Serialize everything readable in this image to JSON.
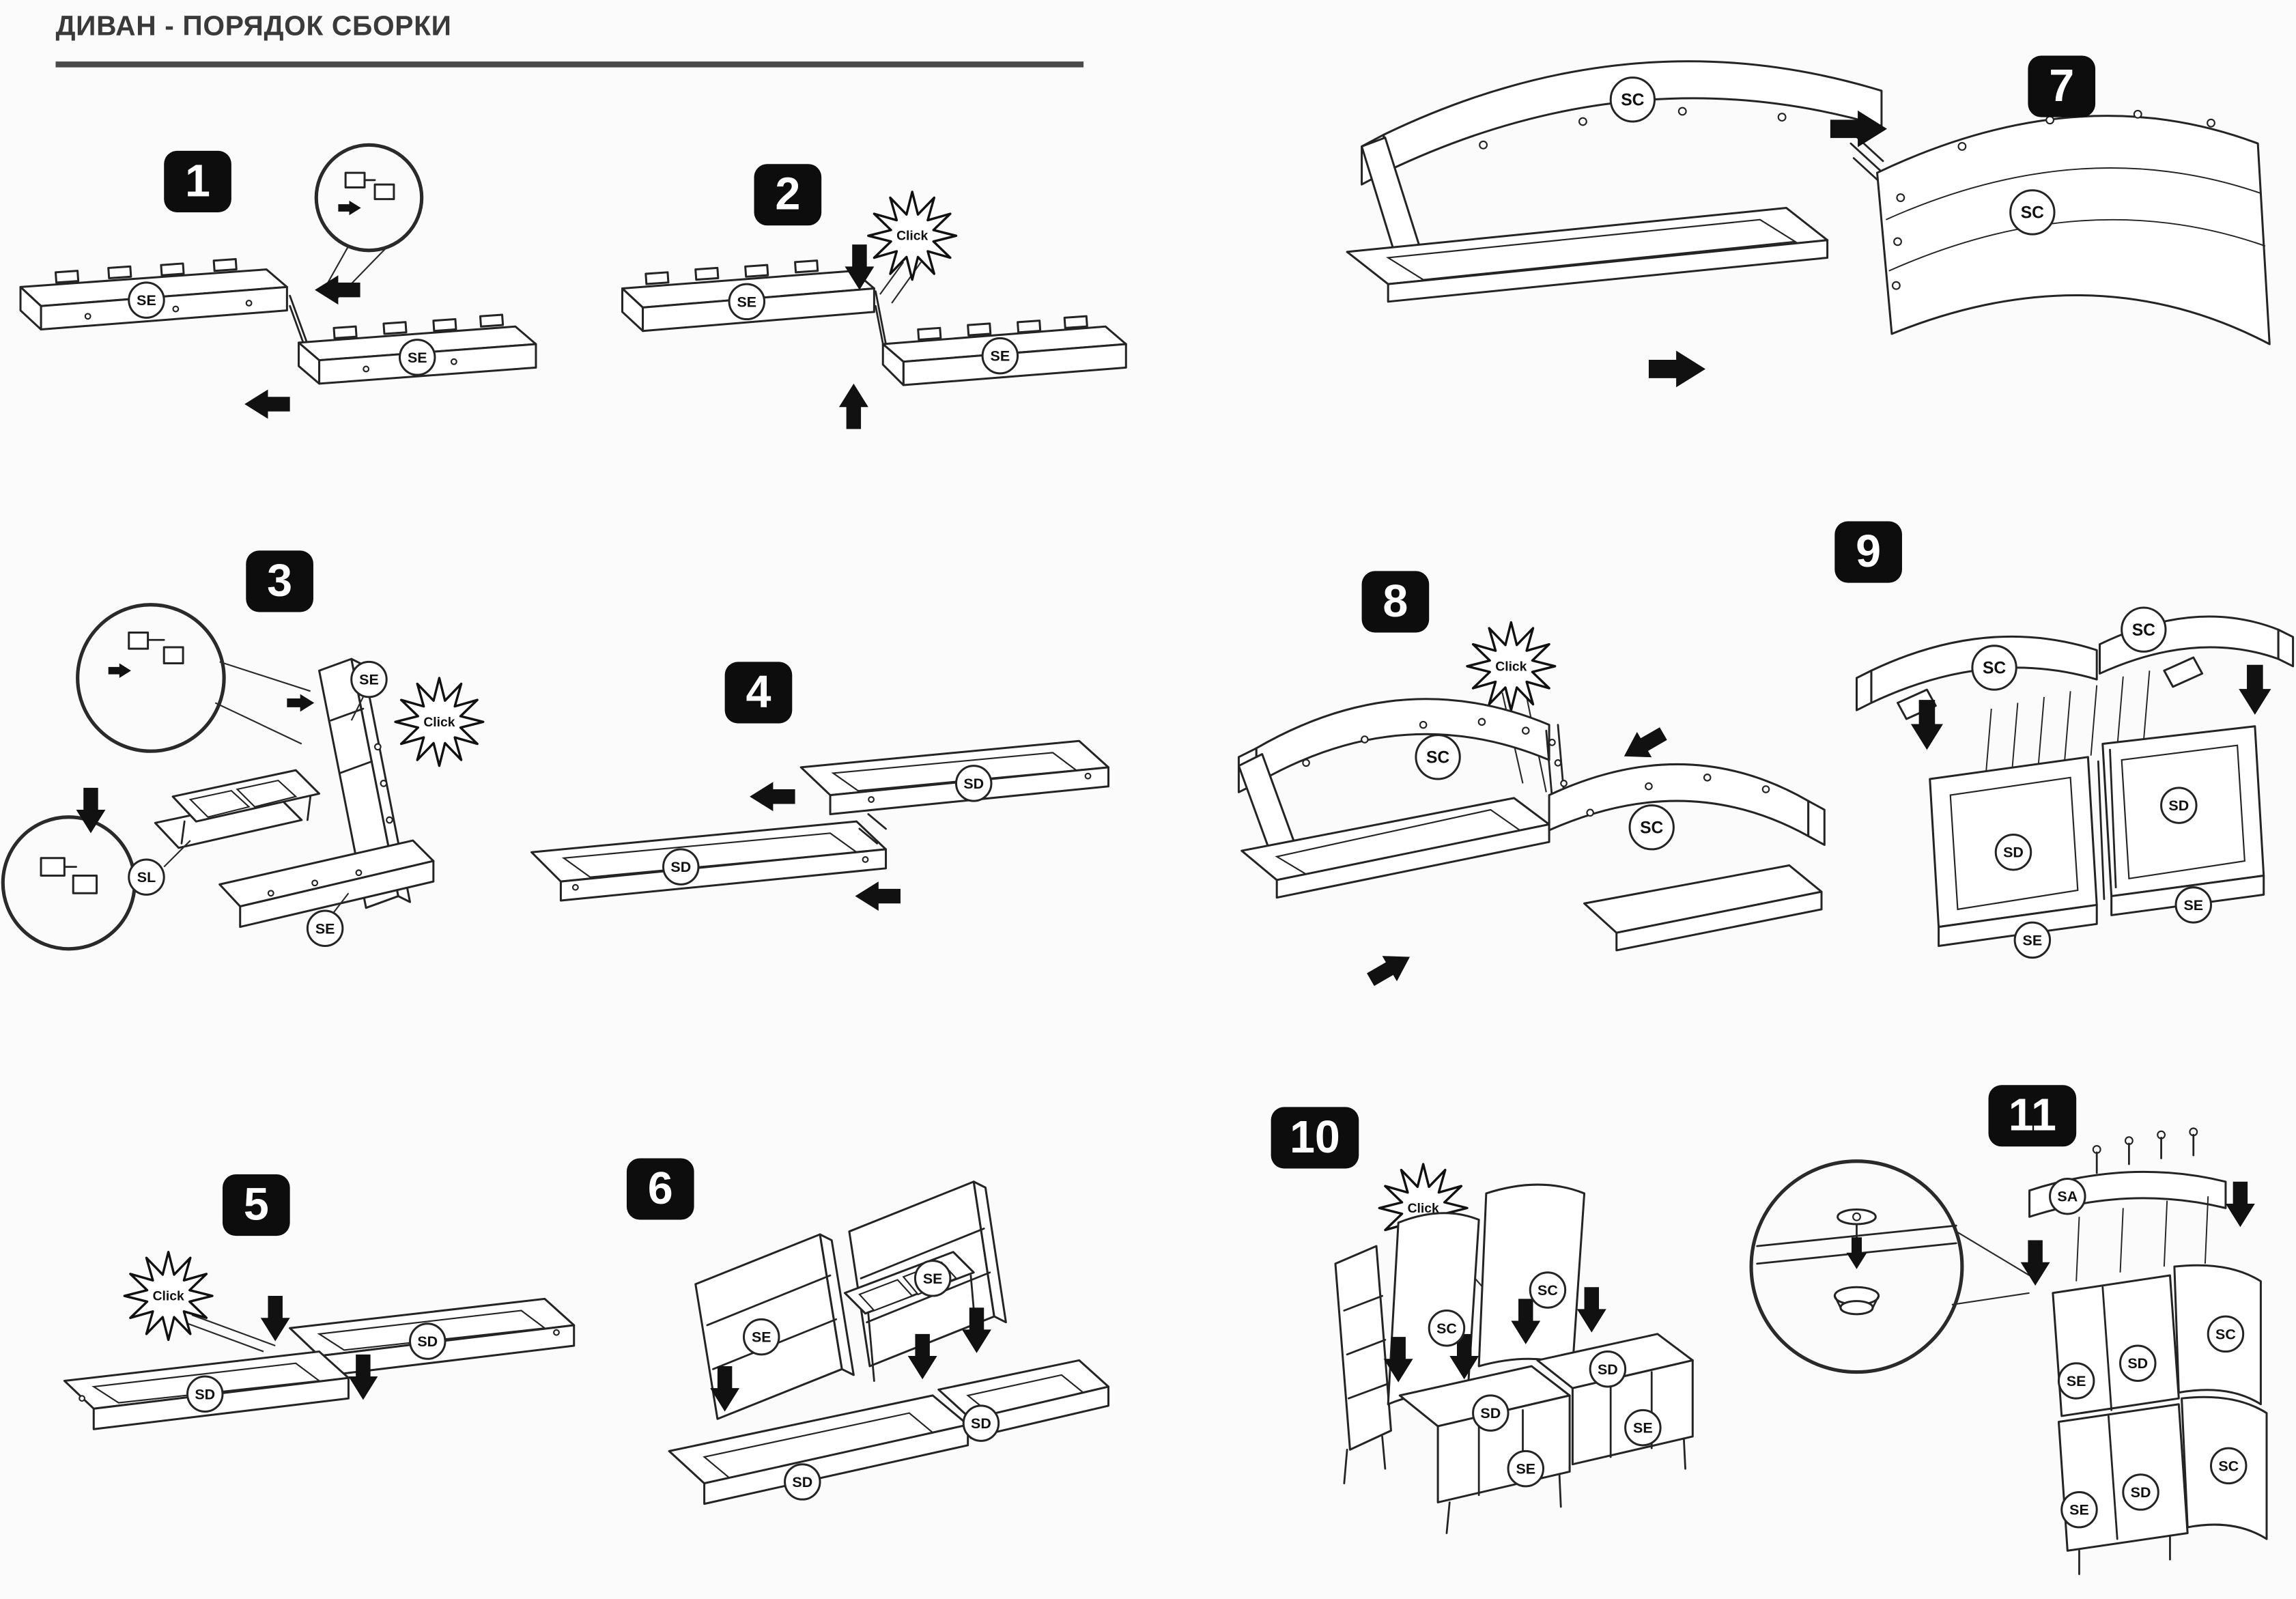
{
  "title": "ДИВАН - ПОРЯДОК СБОРКИ",
  "click_label": "Click",
  "colors": {
    "badge_bg": "#0d0d0d",
    "line": "#242424",
    "paper": "#fbfbfb"
  },
  "steps": [
    {
      "number": "1",
      "parts": [
        "SE",
        "SE"
      ]
    },
    {
      "number": "2",
      "parts": [
        "SE",
        "SE"
      ]
    },
    {
      "number": "3",
      "parts": [
        "SE",
        "SL",
        "SE"
      ]
    },
    {
      "number": "4",
      "parts": [
        "SD",
        "SD"
      ]
    },
    {
      "number": "5",
      "parts": [
        "SD",
        "SD"
      ]
    },
    {
      "number": "6",
      "parts": [
        "SE",
        "SE",
        "SD",
        "SD"
      ]
    },
    {
      "number": "7",
      "parts": [
        "SC",
        "SC"
      ]
    },
    {
      "number": "8",
      "parts": [
        "SC",
        "SC"
      ]
    },
    {
      "number": "9",
      "parts": [
        "SC",
        "SC",
        "SD",
        "SD",
        "SE",
        "SE"
      ]
    },
    {
      "number": "10",
      "parts": [
        "SC",
        "SC",
        "SD",
        "SD",
        "SE",
        "SE"
      ]
    },
    {
      "number": "11",
      "parts": [
        "SA",
        "SC",
        "SE",
        "SD",
        "SC",
        "SE",
        "SD"
      ]
    }
  ]
}
